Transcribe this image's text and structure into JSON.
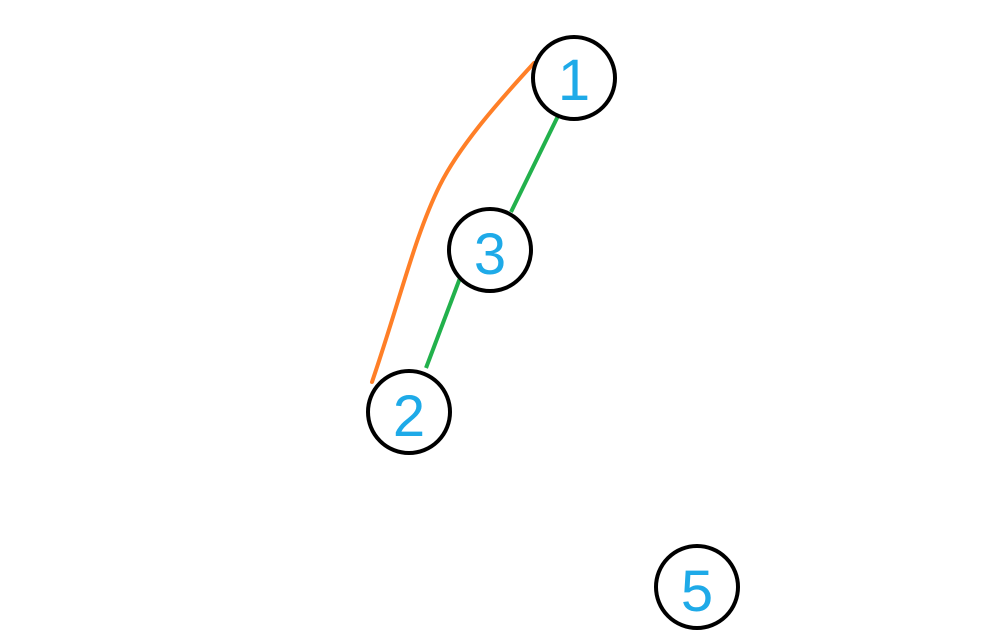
{
  "colors": {
    "node_stroke": "#000000",
    "label": "#1EAAE8",
    "green_edge": "#22B14C",
    "orange_edge": "#FF7F27"
  },
  "nodes": [
    {
      "id": "1",
      "label": "1"
    },
    {
      "id": "3",
      "label": "3"
    },
    {
      "id": "2",
      "label": "2"
    },
    {
      "id": "5",
      "label": "5"
    }
  ],
  "edges": [
    {
      "from": "1",
      "to": "3",
      "color": "green"
    },
    {
      "from": "3",
      "to": "2",
      "color": "green"
    },
    {
      "from": "1",
      "to": "2",
      "color": "orange",
      "curved": true
    }
  ]
}
